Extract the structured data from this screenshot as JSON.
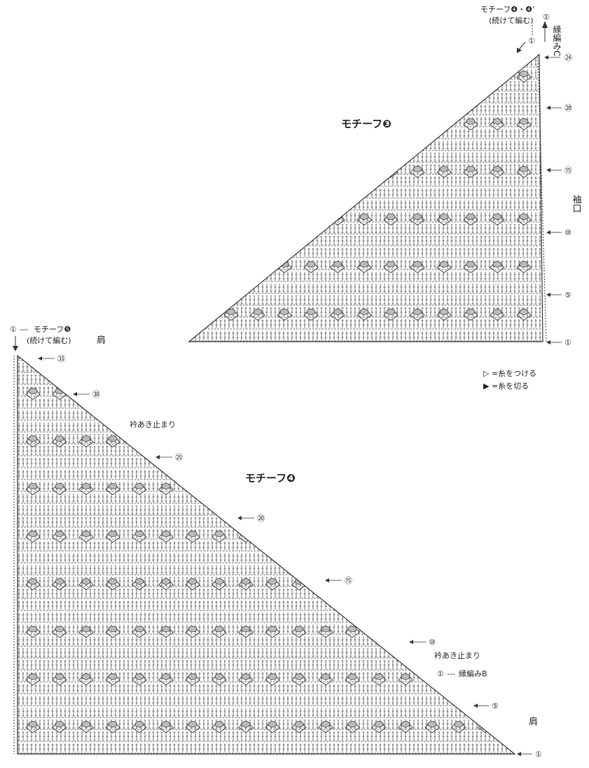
{
  "motif3": {
    "title": "モチーフ❸",
    "top_note": "モチーフ❹・❹'",
    "top_note_sub": "(続けて編む)",
    "top_start": "①",
    "edge_label": "縁編みC",
    "sleeve_label": "袖口",
    "row_labels": [
      "㉔",
      "⑳",
      "⑮",
      "⑩",
      "⑤",
      "①"
    ]
  },
  "motif4": {
    "title": "モチーフ❹",
    "top_note": "モチーフ❺",
    "top_note_sub": "(続けて編む)",
    "top_start": "①",
    "shoulder_top": "肩",
    "shoulder_bottom": "肩",
    "neck_stop_upper": "衿あき止まり",
    "neck_stop_lower": "衿あき止まり",
    "edge_start": "①",
    "edge_label": "縁編みB",
    "row_labels": [
      "㉝",
      "㉚",
      "㉕",
      "⑳",
      "⑮",
      "⑩",
      "⑤",
      "①"
    ]
  },
  "legend": {
    "attach_yarn": "▷ =糸をつける",
    "cut_yarn": "▶ =糸を切る"
  }
}
